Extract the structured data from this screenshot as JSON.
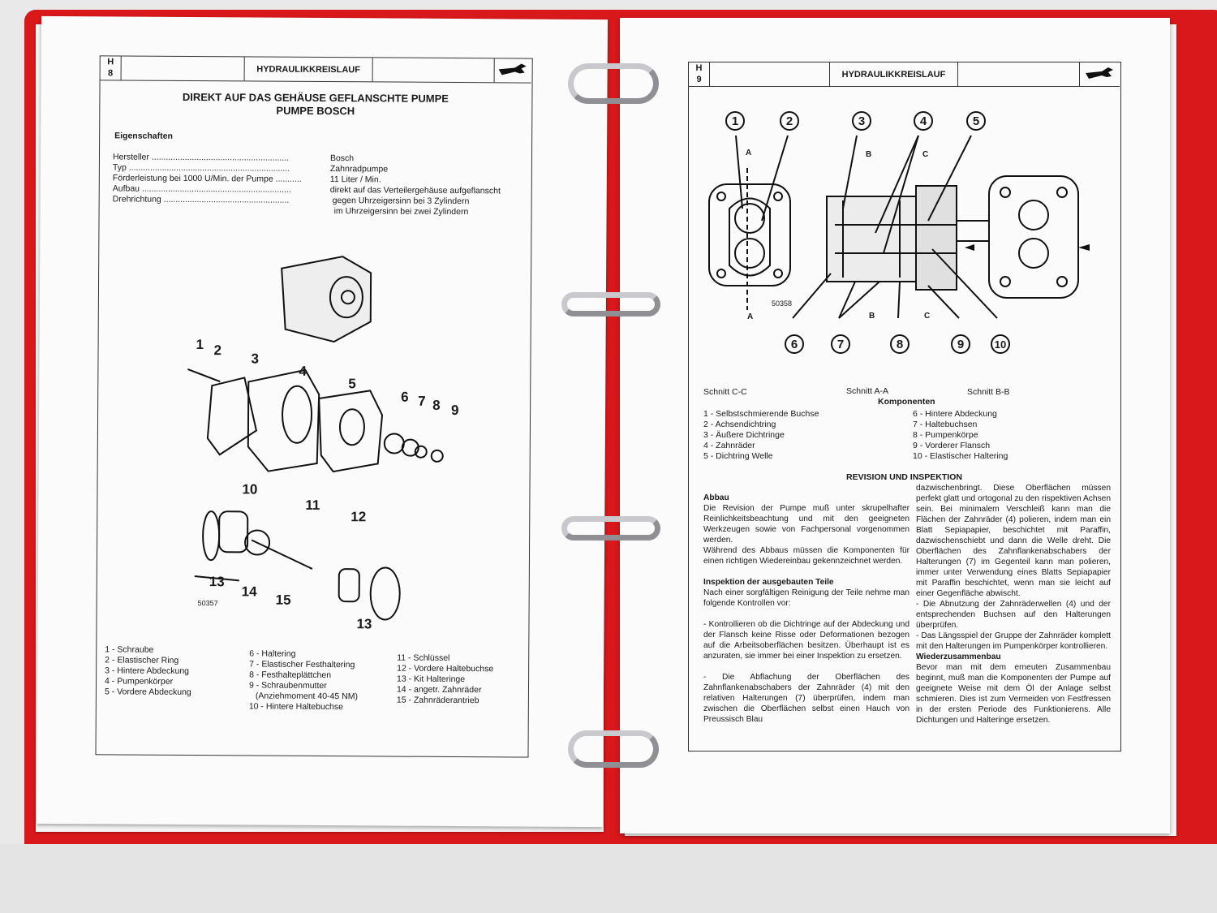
{
  "left_page": {
    "section_code": "H",
    "page_number": "8",
    "header_title": "HYDRAULIKKREISLAUF",
    "title_line1": "DIREKT AUF DAS GEHÄUSE GEFLANSCHTE PUMPE",
    "title_line2": "PUMPE  BOSCH",
    "properties_heading": "Eigenschaften",
    "properties": [
      {
        "label": "Hersteller ..........................................................",
        "value": "Bosch"
      },
      {
        "label": "Typ ....................................................................",
        "value": "Zahnradpumpe"
      },
      {
        "label": "Förderleistung bei 1000 U/Min. der Pumpe ...........",
        "value": "11 Liter / Min."
      },
      {
        "label": "Aufbau ...............................................................",
        "value": "direkt auf das Verteilergehäuse aufgeflanscht"
      },
      {
        "label": "Drehrichtung .....................................................",
        "value": "gegen Uhrzeigersinn bei 3 Zylindern"
      },
      {
        "label": "",
        "value": "im Uhrzeigersinn  bei zwei Zylindern"
      }
    ],
    "figure_id": "50357",
    "callouts": [
      "1",
      "2",
      "3",
      "4",
      "5",
      "6",
      "7",
      "8",
      "9",
      "10",
      "11",
      "12",
      "13",
      "14",
      "15",
      "13"
    ],
    "legend_col1": [
      "1 - Schraube",
      "2 - Elastischer Ring",
      "3 - Hintere Abdeckung",
      "4 - Pumpenkörper",
      "5 - Vordere Abdeckung"
    ],
    "legend_col2": [
      "6 - Haltering",
      "7 - Elastischer Festhaltering",
      "8 - Festhalteplättchen",
      "9 - Schraubenmutter",
      "(Anziehmoment 40-45 NM)",
      "10 - Hintere Haltebuchse"
    ],
    "legend_col3": [
      "11 - Schlüssel",
      "12 - Vordere Haltebuchse",
      "13 - Kit Halteringe",
      "14 - angetr. Zahnräder",
      "15 - Zahnräderantrieb"
    ]
  },
  "right_page": {
    "section_code": "H",
    "page_number": "9",
    "header_title": "HYDRAULIKKREISLAUF",
    "figure_id": "50358",
    "callouts_top": [
      "1",
      "2",
      "3",
      "4",
      "5"
    ],
    "callouts_bottom": [
      "6",
      "7",
      "8",
      "9",
      "10"
    ],
    "section_marks": [
      "A",
      "A",
      "B",
      "B",
      "C",
      "C"
    ],
    "section_labels": [
      "Schnitt  C-C",
      "Schnitt A-A",
      "Schnitt B-B"
    ],
    "components_heading": "Komponenten",
    "components_col1": [
      "1 - Selbstschmierende Buchse",
      "2 - Achsendichtring",
      "3 - Äußere Dichtringe",
      "4 - Zahnräder",
      "5 - Dichtring Welle"
    ],
    "components_col2": [
      "6 - Hintere Abdeckung",
      "7 - Haltebuchsen",
      "8 - Pumpenkörpe",
      "9 - Vorderer  Flansch",
      "10 - Elastischer Haltering"
    ],
    "revision_heading": "REVISION UND INSPEKTION",
    "abbau_heading": "Abbau",
    "abbau_text": "Die Revision der Pumpe muß unter skrupelhafter Reinlichkeitsbeachtung und mit den geeigneten Werkzeugen sowie von Fachpersonal vorgenommen werden.",
    "abbau_text2": "Während des Abbaus müssen die Komponenten für einen richtigen Wiedereinbau gekennzeichnet werden.",
    "inspektion_heading": "Inspektion der ausgebauten Teile",
    "inspektion_text": "Nach einer sorgfältigen Reinigung der Teile nehme man folgende Kontrollen vor:",
    "inspektion_item1": "- Kontrollieren ob die Dichtringe auf der Abdeckung und der Flansch keine Risse oder Deformationen bezogen auf die Arbeitsoberflächen besitzen. Überhaupt ist es anzuraten, sie immer bei einer Inspektion zu ersetzen.",
    "inspektion_item2": "- Die Abflachung der Oberflächen des Zahnflankenabschabers der Zahnräder (4) mit den relativen Halterungen (7) überprüfen, indem man zwischen die Oberflächen selbst einen Hauch von Preussisch Blau",
    "col2_text1": "dazwischenbringt. Diese Oberflächen müssen perfekt glatt und ortogonal zu den rispektiven Achsen sein. Bei minimalem Verschleiß kann man die Flächen der Zahnräder (4) polieren, indem man ein Blatt Sepiapapier, beschichtet mit Paraffin, dazwischenschiebt und dann die Welle dreht. Die Oberflächen des Zahnflankenabschabers der Halterungen (7) im Gegenteil kann man polieren, immer unter Verwendung eines Blatts Sepiapapier mit Paraffin beschichtet, wenn man sie leicht auf einer Gegenfläche abwischt.",
    "col2_text2": "- Die Abnutzung der Zahnräderwellen (4) und der entsprechenden Buchsen auf den Halterungen überprüfen.",
    "col2_text3": "- Das Längsspiel der Gruppe der Zahnräder komplett mit den Halterungen im Pumpenkörper kontrollieren.",
    "wiederzusammenbau_heading": "Wiederzusammenbau",
    "wiederzusammenbau_text": "Bevor man mit dem erneuten Zusammenbau beginnt, muß man die Komponenten der Pumpe auf geeignete Weise mit dem Öl der Anlage selbst schmieren. Dies ist zum Vermeiden von Festfressen in der ersten Periode des Funktionierens. Alle Dichtungen und Halteringe ersetzen."
  },
  "colors": {
    "binder": "#d9181b",
    "paper": "#fbfbfb",
    "ink": "#1a1a1a",
    "ring_metal": "#b8b8bc"
  }
}
